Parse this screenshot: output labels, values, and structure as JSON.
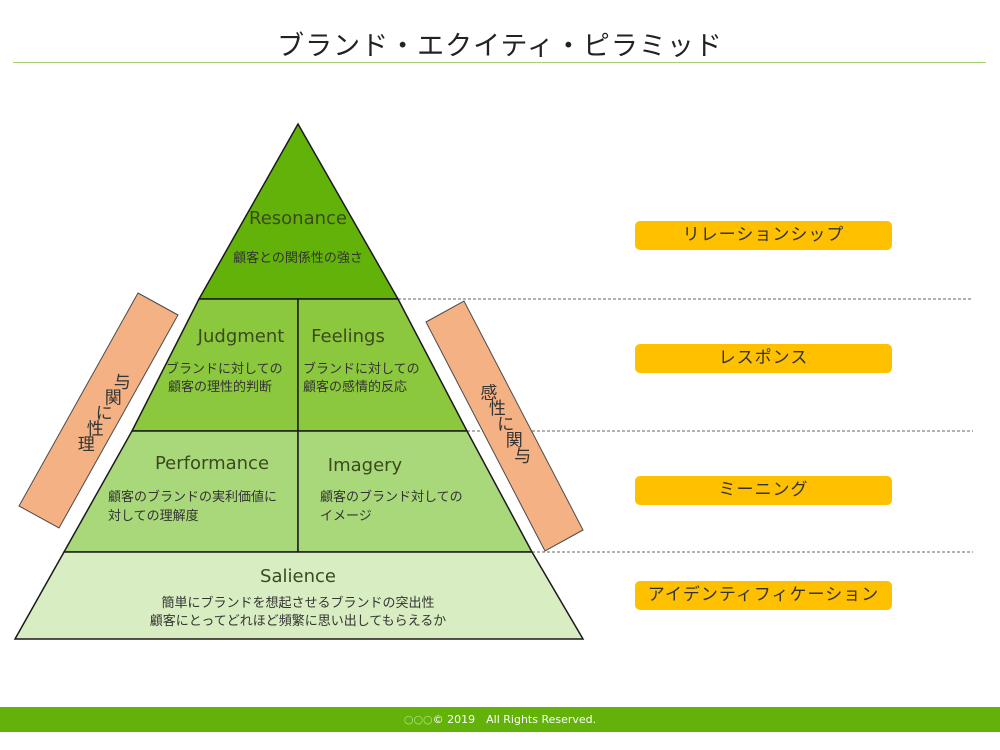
{
  "title": "ブランド・エクイティ・ピラミッド",
  "colors": {
    "title_rule": "#a9cf73",
    "resonance": "#63b20a",
    "judgment_feelings": "#8cc83d",
    "performance_imagery": "#a9d87a",
    "salience": "#d9edc2",
    "side_boxes": "#f4b183",
    "level_badges": "#ffc000",
    "footer": "#63b20a"
  },
  "pyramid": {
    "resonance": {
      "title": "Resonance",
      "desc": "顧客との関係性の強さ"
    },
    "judgment": {
      "title": "Judgment",
      "desc": [
        "ブランドに対しての",
        "顧客の理性的判断"
      ]
    },
    "feelings": {
      "title": "Feelings",
      "desc": [
        "ブランドに対しての",
        "顧客の感情的反応"
      ]
    },
    "performance": {
      "title": "Performance",
      "desc": [
        "顧客のブランドの実利価値に",
        "対しての理解度"
      ]
    },
    "imagery": {
      "title": "Imagery",
      "desc": [
        "顧客のブランド対しての",
        "イメージ"
      ]
    },
    "salience": {
      "title": "Salience",
      "desc": [
        "簡単にブランドを想起させるブランドの突出性",
        "顧客にとってどれほど頻繁に思い出してもらえるか"
      ]
    }
  },
  "side_labels": {
    "left": [
      "理",
      "性",
      "に",
      "関",
      "与"
    ],
    "right": [
      "感",
      "性",
      "に",
      "関",
      "与"
    ]
  },
  "levels": [
    "リレーションシップ",
    "レスポンス",
    "ミーニング",
    "アイデンティフィケーション"
  ],
  "footer": {
    "circles": "○○○",
    "text": "© 2019　All Rights Reserved."
  }
}
